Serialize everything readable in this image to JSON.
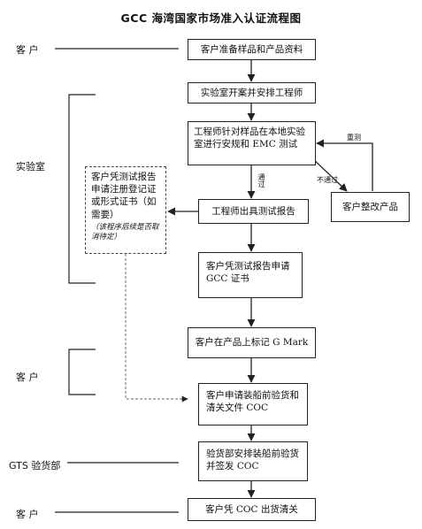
{
  "title": "GCC 海湾国家市场准入认证流程图",
  "roles": {
    "customer_top": "客 户",
    "lab": "实验室",
    "customer_mid": "客 户",
    "gts": "GTS 验货部",
    "customer_bottom": "客 户"
  },
  "steps": {
    "s1": "客户准备样品和产品资料",
    "s2": "实验室开案并安排工程师",
    "s3": "工程师针对样品在本地实验室进行安规和 EMC 测试",
    "s4": "工程师出具测试报告",
    "s5": "客户凭测试报告申请 GCC 证书",
    "s6": "客户在产品上标记 G Mark",
    "s7": "客户申请装船前验货和清关文件 COC",
    "s8": "验货部安排装船前验货并签发 COC",
    "s9": "客户凭 COC 出货清关",
    "fix": "客户整改产品",
    "optional_main": "客户凭测试报告申请注册登记证或形式证书（如需要）",
    "optional_note": "（该程序后续是否取消待定）"
  },
  "edge_labels": {
    "pass": "通过",
    "fail": "不通过",
    "retest": "重测"
  }
}
